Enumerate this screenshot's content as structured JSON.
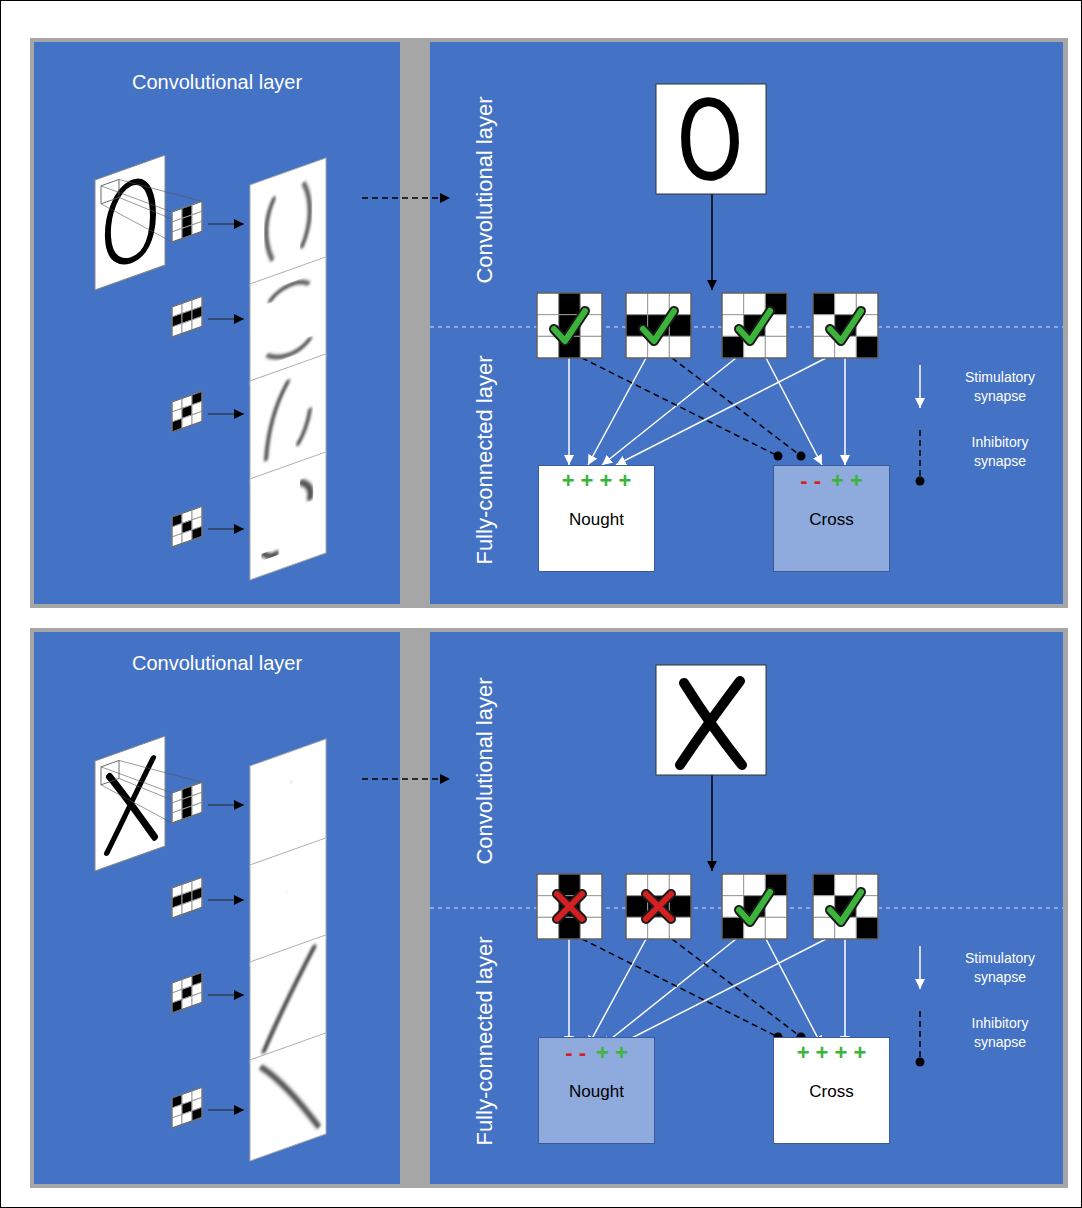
{
  "diagram": {
    "nodes": [
      {
        "text": [
          "Convolutional layer"
        ]
      },
      {
        "text": [
          "Convolutional layer",
          "Fully-connected layer"
        ]
      },
      {
        "text": [
          "+ + + +",
          "Nought"
        ],
        "in": 1
      },
      {
        "text": [
          "- -",
          "+ +",
          "Cross"
        ],
        "in": 1
      },
      {
        "text": [
          "Convolutional layer"
        ]
      },
      {
        "text": [
          "Convolutional layer",
          "Fully-connected layer"
        ]
      },
      {
        "text": [
          "- -",
          "+ +",
          "Nought"
        ],
        "in": 5
      },
      {
        "text": [
          "+ + + +",
          "Cross"
        ],
        "in": 5
      }
    ],
    "legend": [
      {
        "text": "Stimulatory synapse"
      },
      {
        "text": "Inhibitory synapse"
      },
      {
        "text": "Stimulatory synapse"
      },
      {
        "text": "Inhibitory synapse"
      }
    ]
  }
}
